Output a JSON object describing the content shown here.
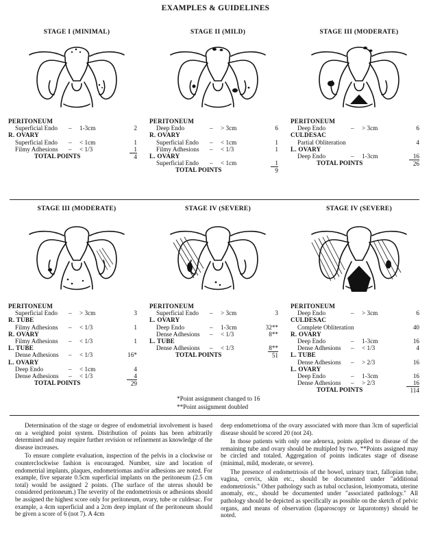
{
  "header": "EXAMPLES & GUIDELINES",
  "panels": [
    {
      "title": "STAGE I (MINIMAL)",
      "rows": [
        {
          "label": "PERITONEUM",
          "type": "section"
        },
        {
          "label": "Superficial Endo",
          "crit": "1-3cm",
          "pts": "2",
          "type": "item"
        },
        {
          "label": "R. OVARY",
          "type": "section"
        },
        {
          "label": "Superficial Endo",
          "crit": "< 1cm",
          "pts": "1",
          "type": "item"
        },
        {
          "label": "Filmy Adhesions",
          "crit": "< 1/3",
          "pts": "1",
          "type": "item"
        },
        {
          "label": "TOTAL POINTS",
          "pts": "4",
          "type": "total"
        }
      ]
    },
    {
      "title": "STAGE II (MILD)",
      "rows": [
        {
          "label": "PERITONEUM",
          "type": "section"
        },
        {
          "label": "Deep Endo",
          "crit": "> 3cm",
          "pts": "6",
          "type": "item"
        },
        {
          "label": "R. OVARY",
          "type": "section"
        },
        {
          "label": "Superficial Endo",
          "crit": "< 1cm",
          "pts": "1",
          "type": "item"
        },
        {
          "label": "Filmy Adhesions",
          "crit": "< 1/3",
          "pts": "1",
          "type": "item"
        },
        {
          "label": "L. OVARY",
          "type": "section"
        },
        {
          "label": "Superficial Endo",
          "crit": "< 1cm",
          "pts": "1",
          "type": "item"
        },
        {
          "label": "TOTAL POINTS",
          "pts": "9",
          "type": "total"
        }
      ]
    },
    {
      "title": "STAGE III (MODERATE)",
      "rows": [
        {
          "label": "PERITONEUM",
          "type": "section"
        },
        {
          "label": "Deep Endo",
          "crit": "> 3cm",
          "pts": "6",
          "type": "item"
        },
        {
          "label": "CULDESAC",
          "type": "section"
        },
        {
          "label": "Partial Obliteration",
          "crit": "",
          "pts": "4",
          "type": "item"
        },
        {
          "label": "L. OVARY",
          "type": "section"
        },
        {
          "label": "Deep Endo",
          "crit": "1-3cm",
          "pts": "16",
          "type": "item"
        },
        {
          "label": "TOTAL POINTS",
          "pts": "26",
          "type": "total"
        }
      ]
    },
    {
      "title": "STAGE III (MODERATE)",
      "rows": [
        {
          "label": "PERITONEUM",
          "type": "section"
        },
        {
          "label": "Superficial Endo",
          "crit": "> 3cm",
          "pts": "3",
          "type": "item"
        },
        {
          "label": "R. TUBE",
          "type": "section"
        },
        {
          "label": "Filmy Adhesions",
          "crit": "< 1/3",
          "pts": "1",
          "type": "item"
        },
        {
          "label": "R. OVARY",
          "type": "section"
        },
        {
          "label": "Filmy Adhesions",
          "crit": "< 1/3",
          "pts": "1",
          "type": "item"
        },
        {
          "label": "L. TUBE",
          "type": "section"
        },
        {
          "label": "Dense Adhesions",
          "crit": "< 1/3",
          "pts": "16*",
          "type": "item"
        },
        {
          "label": "L. OVARY",
          "type": "section"
        },
        {
          "label": "Deep Endo",
          "crit": "< 1cm",
          "pts": "4",
          "type": "item"
        },
        {
          "label": "Dense Adhesions",
          "crit": "< 1/3",
          "pts": "4",
          "type": "item"
        },
        {
          "label": "TOTAL POINTS",
          "pts": "29",
          "type": "total"
        }
      ]
    },
    {
      "title": "STAGE IV (SEVERE)",
      "rows": [
        {
          "label": "PERITONEUM",
          "type": "section"
        },
        {
          "label": "Superficial Endo",
          "crit": "> 3cm",
          "pts": "3",
          "type": "item"
        },
        {
          "label": "L. OVARY",
          "type": "section"
        },
        {
          "label": "Deep Endo",
          "crit": "1-3cm",
          "pts": "32**",
          "type": "item"
        },
        {
          "label": "Dense Adhesions",
          "crit": "< 1/3",
          "pts": "8**",
          "type": "item"
        },
        {
          "label": "L. TUBE",
          "type": "section"
        },
        {
          "label": "Dense Adhesions",
          "crit": "< 1/3",
          "pts": "8**",
          "type": "item"
        },
        {
          "label": "TOTAL POINTS",
          "pts": "51",
          "type": "total"
        }
      ]
    },
    {
      "title": "STAGE IV (SEVERE)",
      "rows": [
        {
          "label": "PERITONEUM",
          "type": "section"
        },
        {
          "label": "Deep Endo",
          "crit": "> 3cm",
          "pts": "6",
          "type": "item"
        },
        {
          "label": "CULDESAC",
          "type": "section"
        },
        {
          "label": "Complete Obliteration",
          "crit": "",
          "pts": "40",
          "type": "item"
        },
        {
          "label": "R. OVARY",
          "type": "section"
        },
        {
          "label": "Deep Endo",
          "crit": "1-3cm",
          "pts": "16",
          "type": "item"
        },
        {
          "label": "Dense Adhesions",
          "crit": "< 1/3",
          "pts": "4",
          "type": "item"
        },
        {
          "label": "L. TUBE",
          "type": "section"
        },
        {
          "label": "Dense Adhesions",
          "crit": "> 2/3",
          "pts": "16",
          "type": "item"
        },
        {
          "label": "L. OVARY",
          "type": "section"
        },
        {
          "label": "Deep Endo",
          "crit": "1-3cm",
          "pts": "16",
          "type": "item"
        },
        {
          "label": "Dense Adhesions",
          "crit": "> 2/3",
          "pts": "16",
          "type": "item"
        },
        {
          "label": "TOTAL POINTS",
          "pts": "114",
          "type": "total"
        }
      ]
    }
  ],
  "footnotes": [
    "*Point assignment changed to 16",
    "**Point assignment doubled"
  ],
  "left_text": [
    "Determination of the stage or degree of endometrial involvement is based on a weighted point system. Distribution of points has been arbitrarily determined and may require further revision or refinement as knowledge of the disease increases.",
    "To ensure complete evaluation, inspection of the pelvis in a clockwise or counterclockwise fashion is encouraged. Number, size and location of endometrial implants, plaques, endometriomas and/or adhesions are noted. For example, five separate 0.5cm superficial implants on the peritoneum (2.5 cm total) would be assigned 2 points. (The surface of the uterus should be considered peritoneum.) The severity of the endometriosis or adhesions should be assigned the highest score only for peritoneum, ovary, tube or culdesac. For example, a 4cm superficial and a 2cm deep implant of the peritoneum should be given a score of 6 (not 7). A 4cm"
  ],
  "right_text": [
    "deep endometrioma of the ovary associated with more than 3cm of superficial disease should be scored 20 (not 24).",
    "In those patients with only one adenexa, points applied to disease of the remaining tube and ovary should be multipled by two. **Points assigned may be circled and totaled. Aggregation of points indicates stage of disease (minimal, mild, moderate, or severe).",
    "The presence of endometriosis of the bowel, urinary tract, fallopian tube, vagina, cervix, skin etc., should be documented under \"additional endometriosis.\" Other pathology such as tubal occlusion, leiomyomata, uterine anomaly, etc., should be documented under \"associated pathology.\" All pathology should be depicted as specifically as possible on the sketch of pelvic organs, and means of observation (laparoscopy or laparotomy) should be noted."
  ]
}
